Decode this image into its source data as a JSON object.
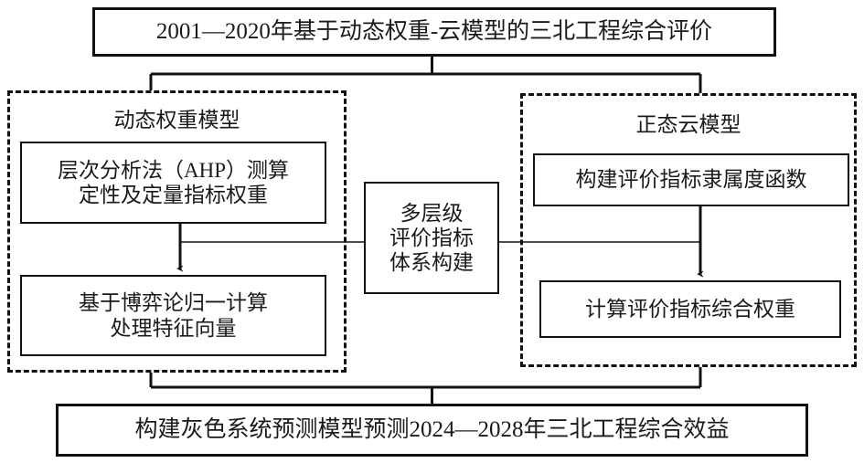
{
  "diagram": {
    "title_box": {
      "text": "2001—2020年基于动态权重-云模型的三北工程综合评价"
    },
    "bottom_box": {
      "text": "构建灰色系统预测模型预测2024—2028年三北工程综合效益"
    },
    "left_group": {
      "label": "动态权重模型",
      "boxes": [
        {
          "text": "层次分析法（AHP）测算\n定性及定量指标权重"
        },
        {
          "text": "基于博弈论归一计算\n处理特征向量"
        }
      ]
    },
    "right_group": {
      "label": "正态云模型",
      "boxes": [
        {
          "text": "构建评价指标隶属度函数"
        },
        {
          "text": "计算评价指标综合权重"
        }
      ]
    },
    "center_box": {
      "text": "多层级\n评价指标\n体系构建"
    },
    "colors": {
      "stroke": "#111111",
      "text": "#1a1a1a",
      "background": "#ffffff"
    }
  }
}
